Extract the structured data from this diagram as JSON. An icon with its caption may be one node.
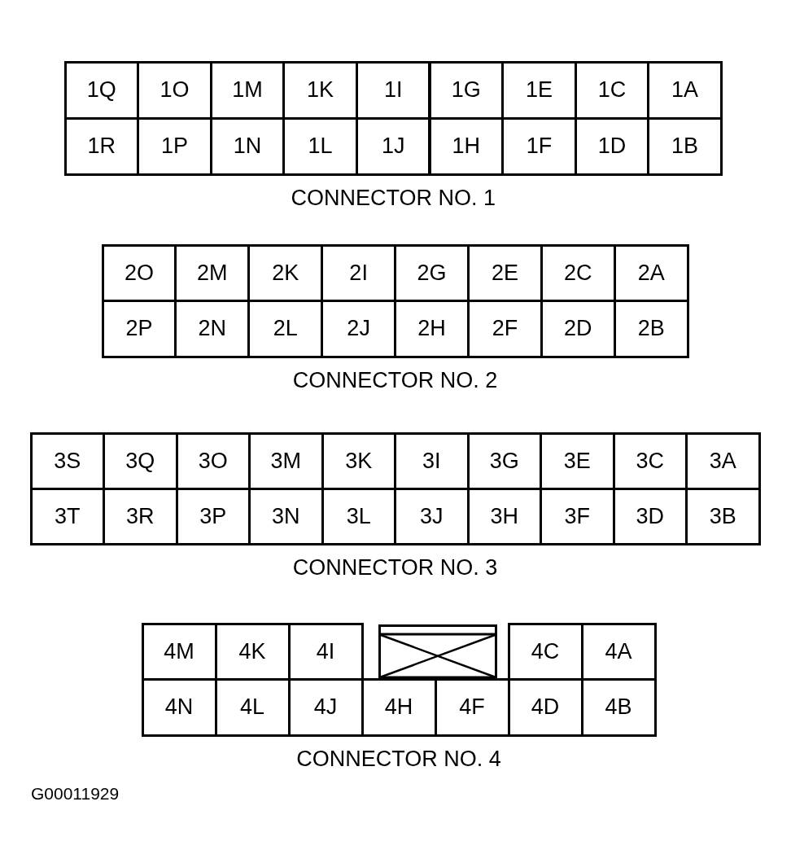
{
  "diagram": {
    "nodes": [
      {
        "text": [
          "CONNECTOR NO. 1"
        ]
      },
      {
        "text": [
          "1Q"
        ],
        "in": 0
      },
      {
        "text": [
          "1O"
        ],
        "in": 0
      },
      {
        "text": [
          "1M"
        ],
        "in": 0
      },
      {
        "text": [
          "1K"
        ],
        "in": 0
      },
      {
        "text": [
          "1I"
        ],
        "in": 0
      },
      {
        "text": [
          "1G"
        ],
        "in": 0
      },
      {
        "text": [
          "1E"
        ],
        "in": 0
      },
      {
        "text": [
          "1C"
        ],
        "in": 0
      },
      {
        "text": [
          "1A"
        ],
        "in": 0
      },
      {
        "text": [
          "1R"
        ],
        "in": 0
      },
      {
        "text": [
          "1P"
        ],
        "in": 0
      },
      {
        "text": [
          "1N"
        ],
        "in": 0
      },
      {
        "text": [
          "1L"
        ],
        "in": 0
      },
      {
        "text": [
          "1J"
        ],
        "in": 0
      },
      {
        "text": [
          "1H"
        ],
        "in": 0
      },
      {
        "text": [
          "1F"
        ],
        "in": 0
      },
      {
        "text": [
          "1D"
        ],
        "in": 0
      },
      {
        "text": [
          "1B"
        ],
        "in": 0
      },
      {
        "text": [
          "CONNECTOR NO. 2"
        ]
      },
      {
        "text": [
          "2O"
        ],
        "in": 19
      },
      {
        "text": [
          "2M"
        ],
        "in": 19
      },
      {
        "text": [
          "2K"
        ],
        "in": 19
      },
      {
        "text": [
          "2I"
        ],
        "in": 19
      },
      {
        "text": [
          "2G"
        ],
        "in": 19
      },
      {
        "text": [
          "2E"
        ],
        "in": 19
      },
      {
        "text": [
          "2C"
        ],
        "in": 19
      },
      {
        "text": [
          "2A"
        ],
        "in": 19
      },
      {
        "text": [
          "2P"
        ],
        "in": 19
      },
      {
        "text": [
          "2N"
        ],
        "in": 19
      },
      {
        "text": [
          "2L"
        ],
        "in": 19
      },
      {
        "text": [
          "2J"
        ],
        "in": 19
      },
      {
        "text": [
          "2H"
        ],
        "in": 19
      },
      {
        "text": [
          "2F"
        ],
        "in": 19
      },
      {
        "text": [
          "2D"
        ],
        "in": 19
      },
      {
        "text": [
          "2B"
        ],
        "in": 19
      },
      {
        "text": [
          "CONNECTOR NO. 3"
        ]
      },
      {
        "text": [
          "3S"
        ],
        "in": 36
      },
      {
        "text": [
          "3Q"
        ],
        "in": 36
      },
      {
        "text": [
          "3O"
        ],
        "in": 36
      },
      {
        "text": [
          "3M"
        ],
        "in": 36
      },
      {
        "text": [
          "3K"
        ],
        "in": 36
      },
      {
        "text": [
          "3I"
        ],
        "in": 36
      },
      {
        "text": [
          "3G"
        ],
        "in": 36
      },
      {
        "text": [
          "3E"
        ],
        "in": 36
      },
      {
        "text": [
          "3C"
        ],
        "in": 36
      },
      {
        "text": [
          "3A"
        ],
        "in": 36
      },
      {
        "text": [
          "3T"
        ],
        "in": 36
      },
      {
        "text": [
          "3R"
        ],
        "in": 36
      },
      {
        "text": [
          "3P"
        ],
        "in": 36
      },
      {
        "text": [
          "3N"
        ],
        "in": 36
      },
      {
        "text": [
          "3L"
        ],
        "in": 36
      },
      {
        "text": [
          "3J"
        ],
        "in": 36
      },
      {
        "text": [
          "3H"
        ],
        "in": 36
      },
      {
        "text": [
          "3F"
        ],
        "in": 36
      },
      {
        "text": [
          "3D"
        ],
        "in": 36
      },
      {
        "text": [
          "3B"
        ],
        "in": 36
      },
      {
        "text": [
          "CONNECTOR NO. 4"
        ]
      },
      {
        "text": [
          "4M"
        ],
        "in": 57
      },
      {
        "text": [
          "4K"
        ],
        "in": 57
      },
      {
        "text": [
          "4I"
        ],
        "in": 57
      },
      {
        "text": [],
        "shape": "box",
        "in": 57
      },
      {
        "text": [
          "4C"
        ],
        "in": 57
      },
      {
        "text": [
          "4A"
        ],
        "in": 57
      },
      {
        "text": [
          "4N"
        ],
        "in": 57
      },
      {
        "text": [
          "4L"
        ],
        "in": 57
      },
      {
        "text": [
          "4J"
        ],
        "in": 57
      },
      {
        "text": [
          "4H"
        ],
        "in": 57
      },
      {
        "text": [
          "4F"
        ],
        "in": 57
      },
      {
        "text": [
          "4D"
        ],
        "in": 57
      },
      {
        "text": [
          "4B"
        ],
        "in": 57
      }
    ],
    "labels": [
      "G00011929"
    ]
  }
}
